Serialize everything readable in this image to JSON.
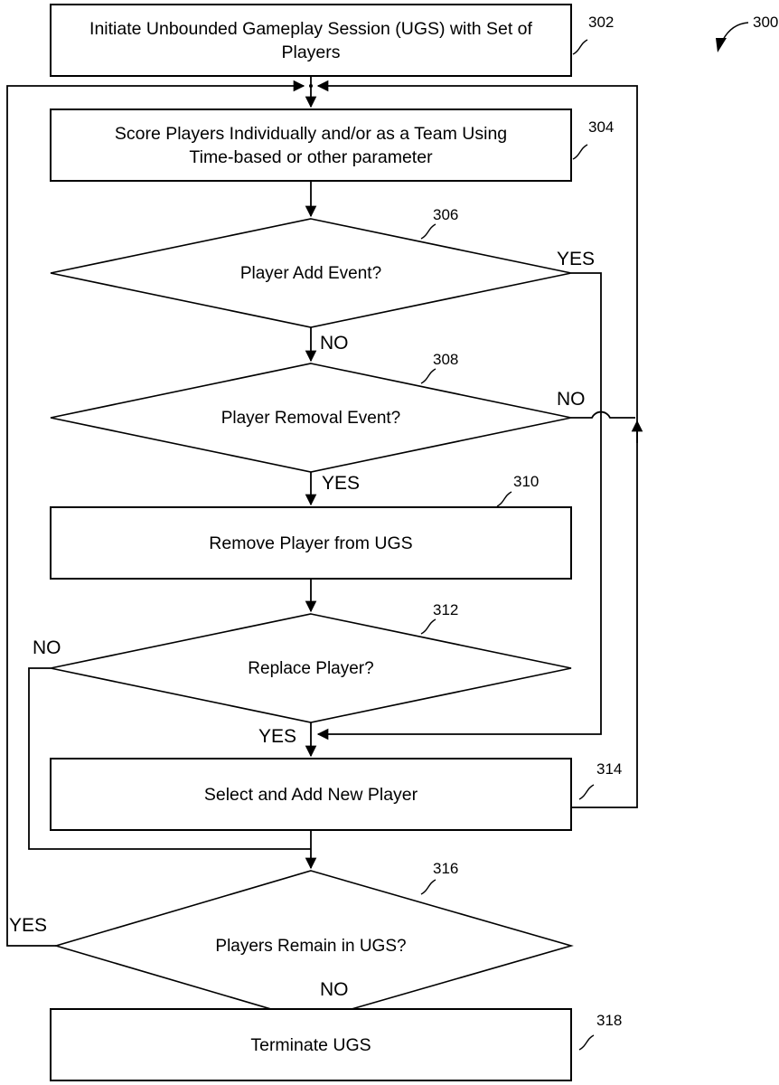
{
  "figure": {
    "number": "300",
    "type": "patent-flowchart",
    "title_label": "300"
  },
  "nodes": [
    {
      "id": "302",
      "shape": "process",
      "ref": "302",
      "lines": [
        "Initiate Unbounded Gameplay Session (UGS) with Set of",
        "Players"
      ],
      "text": "Initiate Unbounded Gameplay Session (UGS) with Set of Players"
    },
    {
      "id": "304",
      "shape": "process",
      "ref": "304",
      "lines": [
        "Score Players Individually and/or as a Team Using",
        "Time-based or other parameter"
      ],
      "text": "Score Players Individually and/or as a Team Using Time-based or other parameter"
    },
    {
      "id": "306",
      "shape": "decision",
      "ref": "306",
      "lines": [
        "Player Add Event?"
      ],
      "text": "Player Add Event?"
    },
    {
      "id": "308",
      "shape": "decision",
      "ref": "308",
      "lines": [
        "Player Removal Event?"
      ],
      "text": "Player Removal Event?"
    },
    {
      "id": "310",
      "shape": "process",
      "ref": "310",
      "lines": [
        "Remove Player from UGS"
      ],
      "text": "Remove Player from UGS"
    },
    {
      "id": "312",
      "shape": "decision",
      "ref": "312",
      "lines": [
        "Replace Player?"
      ],
      "text": "Replace Player?"
    },
    {
      "id": "314",
      "shape": "process",
      "ref": "314",
      "lines": [
        "Select and Add New Player"
      ],
      "text": "Select and Add New Player"
    },
    {
      "id": "316",
      "shape": "decision",
      "ref": "316",
      "lines": [
        "Players Remain in UGS?"
      ],
      "text": "Players Remain in UGS?"
    },
    {
      "id": "318",
      "shape": "process",
      "ref": "318",
      "lines": [
        "Terminate UGS"
      ],
      "text": "Terminate UGS"
    }
  ],
  "branch_labels": {
    "d306_yes": "YES",
    "d306_no": "NO",
    "d308_no": "NO",
    "d308_yes": "YES",
    "d312_no": "NO",
    "d312_yes": "YES",
    "d316_yes": "YES",
    "d316_no": "NO"
  },
  "ref_labels": {
    "n302": "302",
    "n304": "304",
    "n306": "306",
    "n308": "308",
    "n310": "310",
    "n312": "312",
    "n314": "314",
    "n316": "316",
    "n318": "318",
    "n300": "300"
  },
  "colors": {
    "stroke": "#000000",
    "fill": "#ffffff",
    "background": "#ffffff"
  }
}
